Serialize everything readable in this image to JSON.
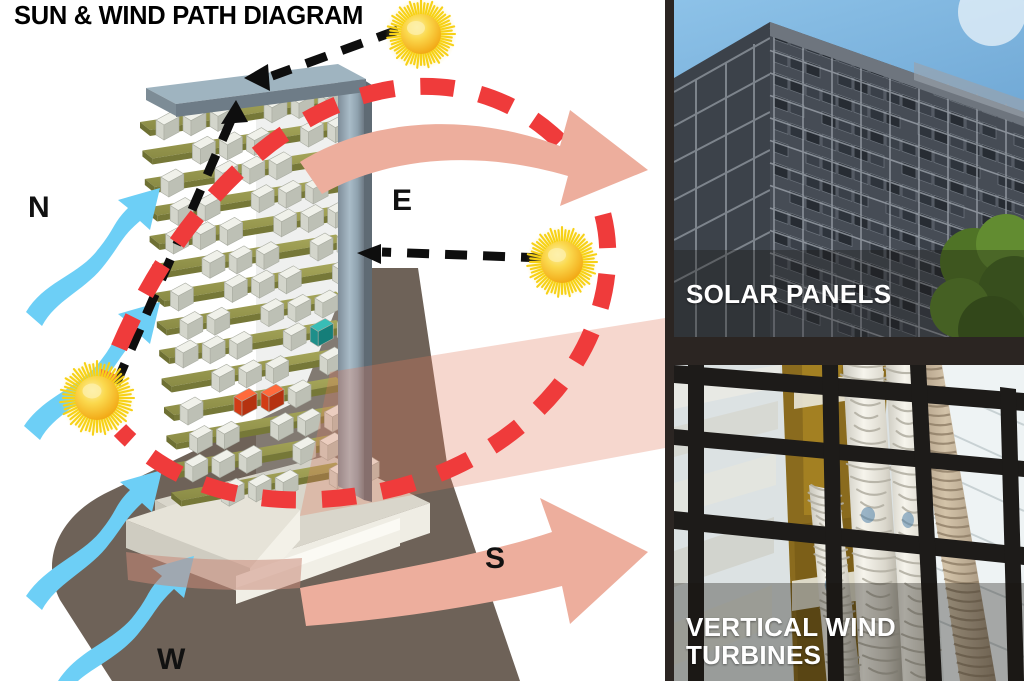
{
  "diagram": {
    "title": "SUN & WIND PATH DIAGRAM",
    "compass": {
      "north": "N",
      "east": "E",
      "south": "S",
      "west": "W"
    },
    "annotations": {
      "sun_icon": "sun-icon",
      "wind_arrow": "wind-arrow-icon",
      "sun_path_arc": "sun-path-dashed-arc",
      "ray_arrow": "sun-ray-arrow-icon",
      "wind_flow_arrow": "wind-flow-arrow-icon"
    },
    "colors": {
      "sun_core": "#FBD34B",
      "sun_rays": "#F9D616",
      "sun_highlight": "#F6B93B",
      "wind_arrow": "#6DCFF6",
      "sun_path_red": "#EF3B3B",
      "flow_arrow_salmon": "#EDAE9D",
      "ground": "#6E6258",
      "slab_green": "#98994E",
      "module_white": "#E8E9E2",
      "spine_blue": "#8FA5B4",
      "accent_teal": "#21A09B",
      "accent_orange": "#F04A23",
      "podium": "#D9D6CB",
      "title_text": "#000000"
    }
  },
  "panels": {
    "solar": {
      "caption": "SOLAR PANELS",
      "subject": "building-facade-covered-in-photovoltaic-panels",
      "colors": {
        "sky": "#6FA9D8",
        "panel_dark": "#3B3F46",
        "frame": "#7E838A",
        "foliage": "#5C7A32"
      }
    },
    "turbines": {
      "caption_line1": "VERTICAL WIND",
      "caption_line2": "TURBINES",
      "subject": "helical-vertical-axis-wind-turbines-in-steel-frame",
      "colors": {
        "frame_black": "#211F1D",
        "rotor_white": "#EFEDE6",
        "duct_tan": "#C6B49A",
        "glass_bright": "#E7EDEF",
        "gold_panel": "#8A6B1E"
      }
    }
  },
  "background": {
    "divider_color": "#2B2522"
  }
}
